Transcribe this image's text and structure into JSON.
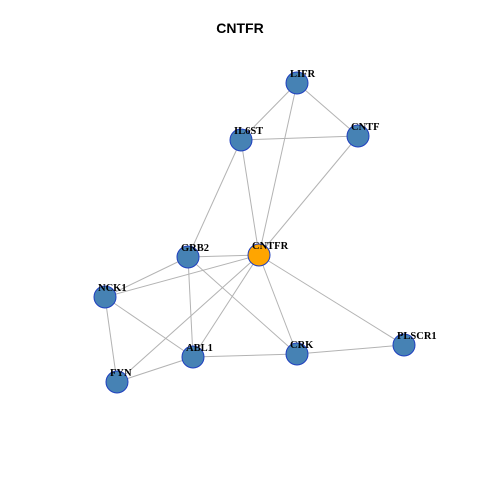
{
  "title": "CNTFR",
  "colors": {
    "node_default": "#4682b4",
    "node_focus": "#ffa500",
    "node_border": "#1f3fbf",
    "edge": "#b3b3b3"
  },
  "nodes": [
    {
      "id": "LIFR",
      "label": "LIFR",
      "focus": false
    },
    {
      "id": "IL6ST",
      "label": "IL6ST",
      "focus": false
    },
    {
      "id": "CNTF",
      "label": "CNTF",
      "focus": false
    },
    {
      "id": "GRB2",
      "label": "GRB2",
      "focus": false
    },
    {
      "id": "CNTFR",
      "label": "CNTFR",
      "focus": true
    },
    {
      "id": "NCK1",
      "label": "NCK1",
      "focus": false
    },
    {
      "id": "PLSCR1",
      "label": "PLSCR1",
      "focus": false
    },
    {
      "id": "ABL1",
      "label": "ABL1",
      "focus": false
    },
    {
      "id": "CRK",
      "label": "CRK",
      "focus": false
    },
    {
      "id": "FYN",
      "label": "FYN",
      "focus": false
    }
  ],
  "edges": [
    [
      "LIFR",
      "IL6ST"
    ],
    [
      "LIFR",
      "CNTF"
    ],
    [
      "LIFR",
      "CNTFR"
    ],
    [
      "IL6ST",
      "CNTF"
    ],
    [
      "IL6ST",
      "GRB2"
    ],
    [
      "IL6ST",
      "CNTFR"
    ],
    [
      "CNTF",
      "CNTFR"
    ],
    [
      "GRB2",
      "CNTFR"
    ],
    [
      "GRB2",
      "NCK1"
    ],
    [
      "GRB2",
      "ABL1"
    ],
    [
      "GRB2",
      "CRK"
    ],
    [
      "CNTFR",
      "NCK1"
    ],
    [
      "CNTFR",
      "ABL1"
    ],
    [
      "CNTFR",
      "CRK"
    ],
    [
      "CNTFR",
      "PLSCR1"
    ],
    [
      "CNTFR",
      "FYN"
    ],
    [
      "NCK1",
      "ABL1"
    ],
    [
      "NCK1",
      "FYN"
    ],
    [
      "ABL1",
      "CRK"
    ],
    [
      "ABL1",
      "FYN"
    ],
    [
      "CRK",
      "PLSCR1"
    ]
  ]
}
